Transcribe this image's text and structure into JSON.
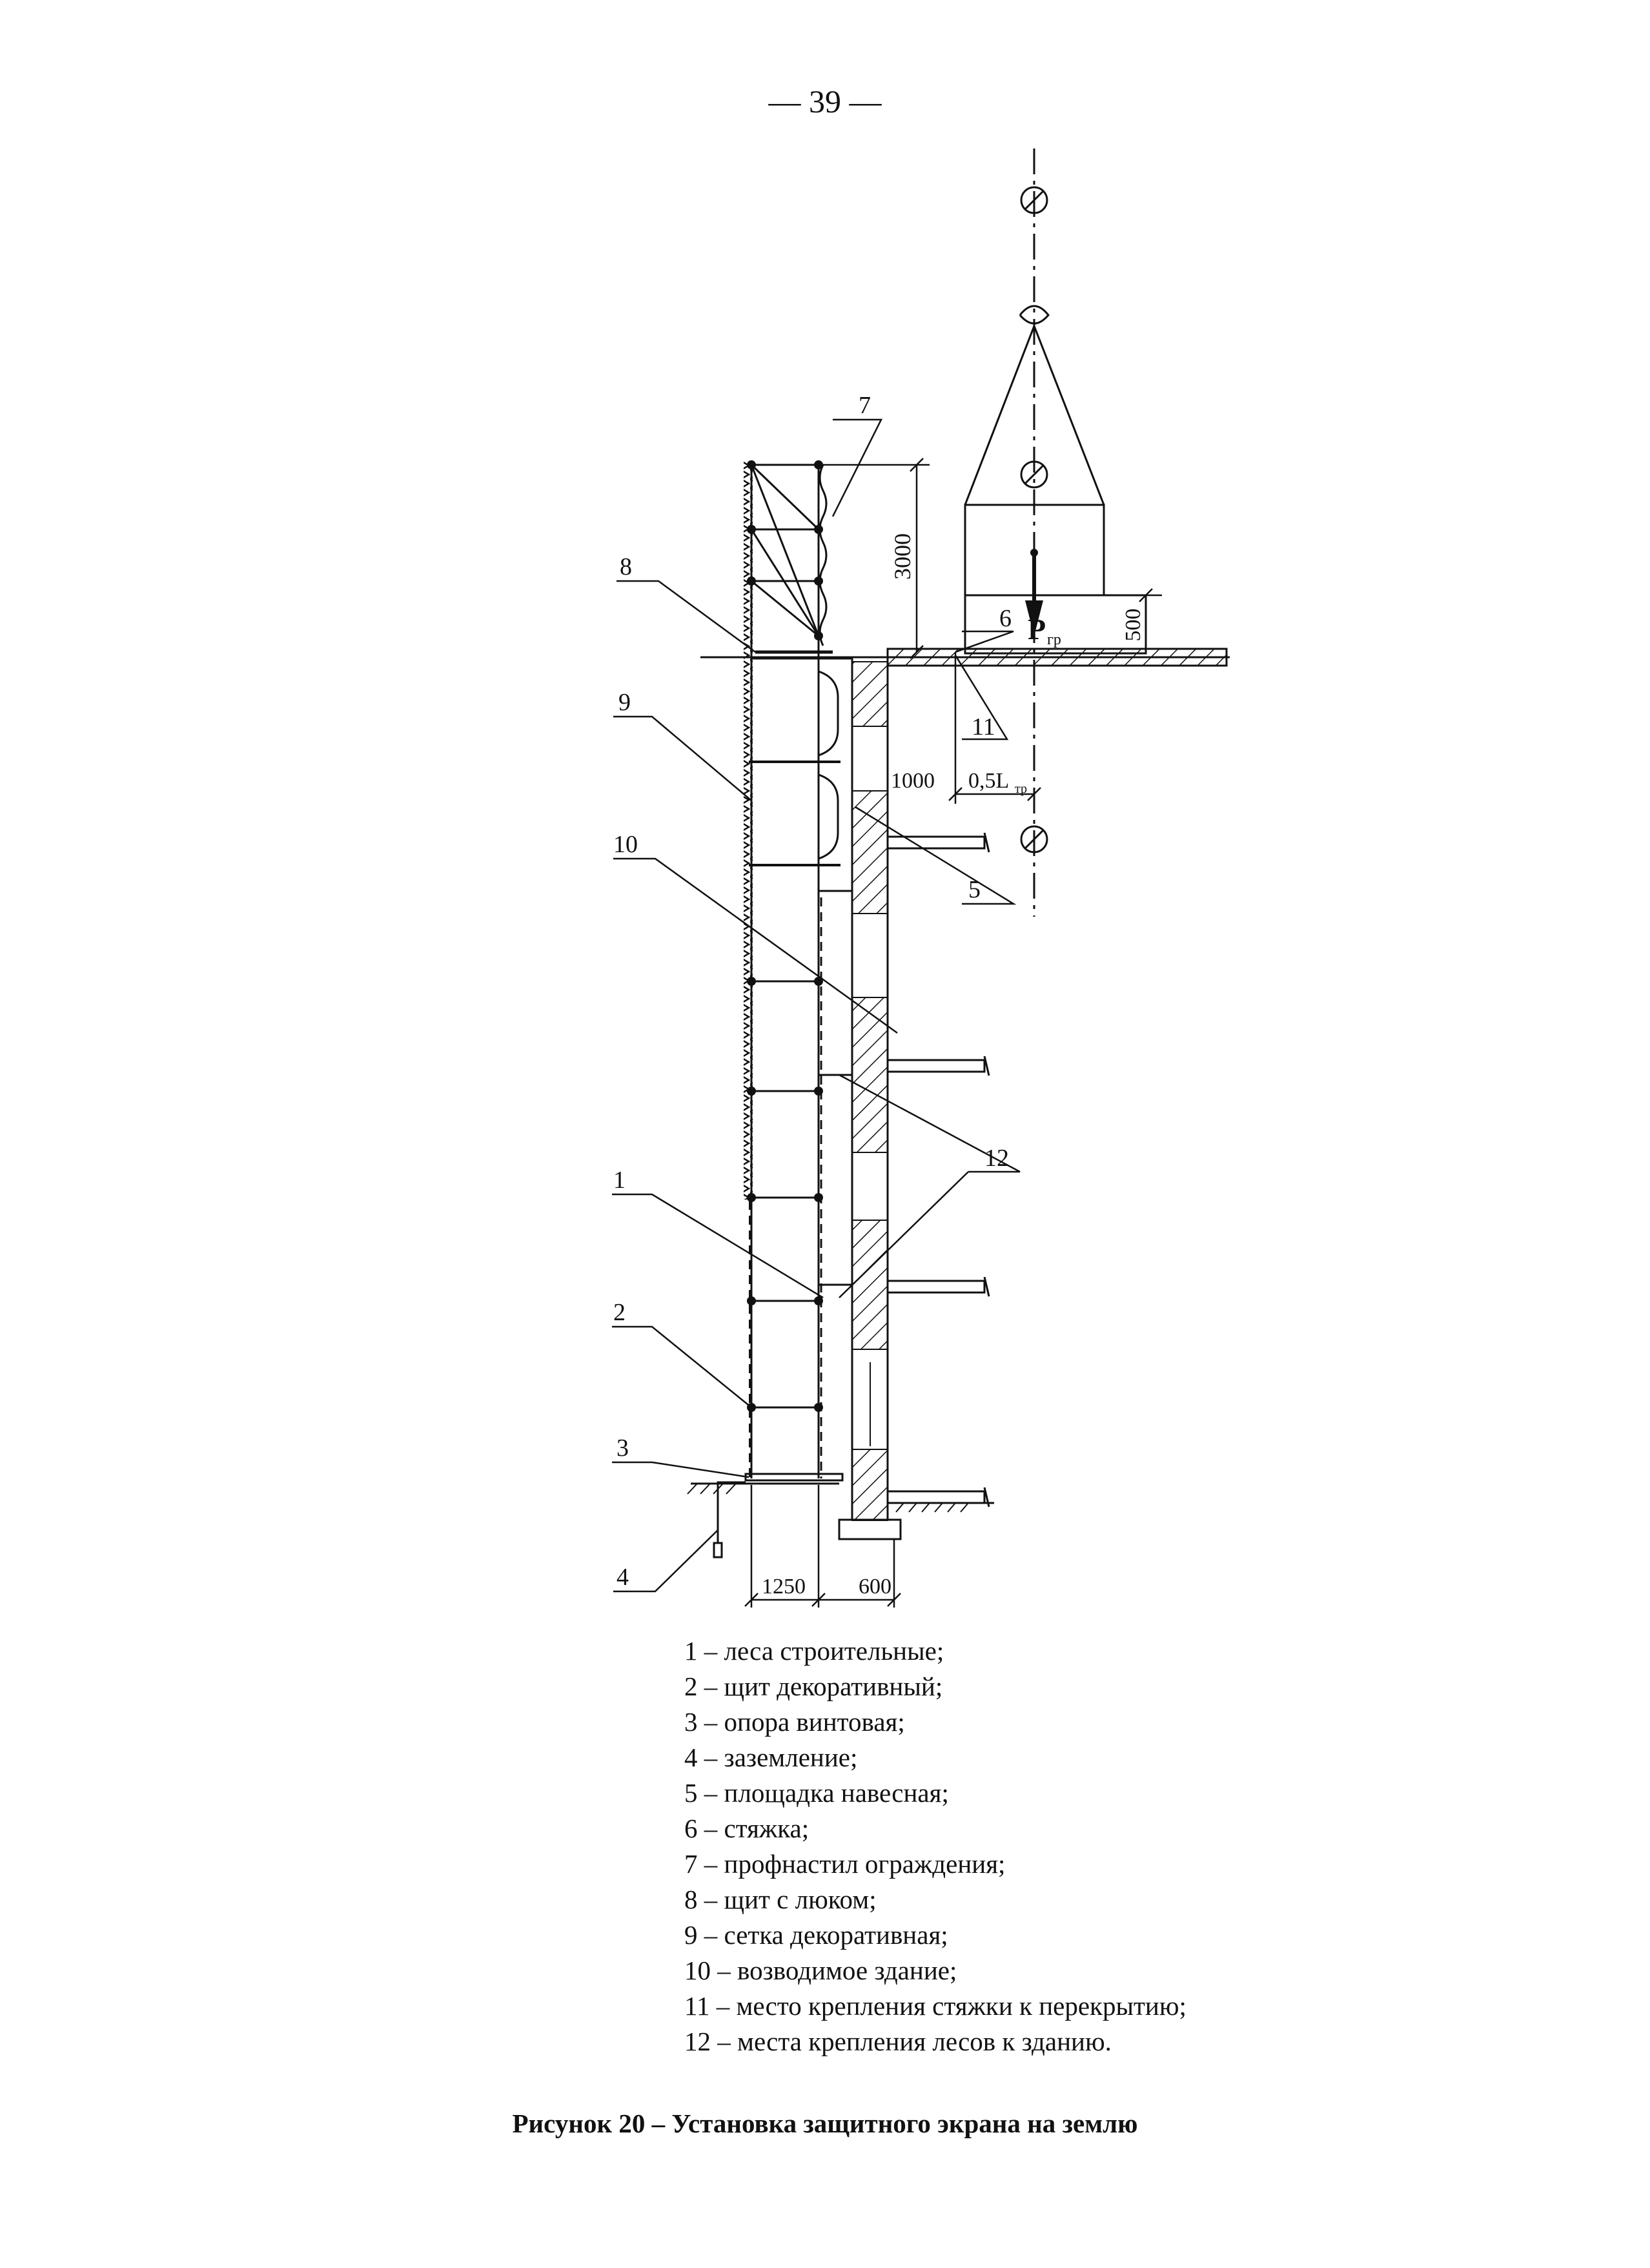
{
  "page": {
    "number": "— 39 —"
  },
  "diagram": {
    "callouts": [
      "1",
      "2",
      "3",
      "4",
      "5",
      "6",
      "7",
      "8",
      "9",
      "10",
      "11",
      "12"
    ],
    "dimensions": {
      "d3000": "3000",
      "d500": "500",
      "d1000": "1000",
      "d05L": "0,5L",
      "d05L_sub": "тр",
      "d1250": "1250",
      "d600": "600"
    },
    "load": {
      "symbol": "P",
      "subscript": "гр"
    }
  },
  "legend": {
    "items": [
      "1 – леса строительные;",
      "2 – щит декоративный;",
      "3 – опора винтовая;",
      "4 – заземление;",
      "5 – площадка навесная;",
      "6 – стяжка;",
      "7 – профнастил ограждения;",
      "8 – щит с люком;",
      "9 – сетка декоративная;",
      "10 – возводимое здание;",
      "11 – место крепления стяжки к перекрытию;",
      "12 – места крепления лесов к зданию."
    ]
  },
  "caption": "Рисунок 20 – Установка защитного экрана на землю"
}
